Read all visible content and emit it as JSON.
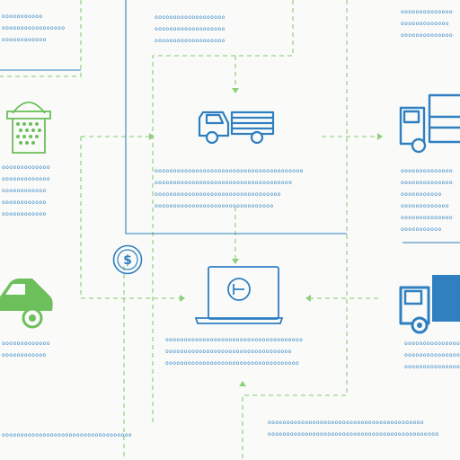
{
  "colors": {
    "blue": "#2f7fc1",
    "green": "#6cbf5a",
    "dashed_connector": "#8fcf7c",
    "background": "#fafbf9"
  },
  "icons": {
    "produce_basket": "basket-icon",
    "flatbed_truck": "flatbed-truck-icon",
    "box_truck_top": "box-truck-icon",
    "payment_coin": "dollar-coin-icon",
    "laptop_dashboard": "laptop-icon",
    "car": "car-icon",
    "box_truck_bottom": "box-truck-icon"
  },
  "blocks": {
    "top_left": [
      "ooooooooooo",
      "ooooooooooooooooo",
      "oooooooooooo"
    ],
    "top_center": [
      "ooooooooooooooooooo",
      "ooooooooooooooooooo",
      "ooooooooooooooooooo"
    ],
    "top_right": [
      "oooooooooooooo",
      "ooooooooooooo",
      "oooooooooooooo"
    ],
    "left_mid": [
      "ooooooooooooo",
      "ooooooooooooo",
      "oooooooooooo",
      "oooooooooooo",
      "oooooooooooo"
    ],
    "center_mid": [
      "oooooooooooooooooooooooooooooooooooooooo",
      "ooooooooooooooooooooooooooooooooooooo",
      "oooooooooooooooooooooooooooooooooo",
      "oooooooooooooooooooooooooooooooo"
    ],
    "right_mid": [
      "oooooooooooooo",
      "oooooooooooooo",
      "ooooooooooo",
      "ooooooooooooo",
      "oooooooooooooo",
      "ooooooooooo"
    ],
    "left_low": [
      "ooooooooooooo",
      "oooooooooooo"
    ],
    "center_low": [
      "ooooooooooooooooooooooooooooooooooooo",
      "oooooooooooooooooooooooooooooooooo",
      "oooooooooooooooooooooooooooooooooooo"
    ],
    "right_low": [
      "ooooooooooooooooo",
      "ooooooooooooooo",
      "ooooooooooooooooo"
    ],
    "bottom_right": [
      "oooooooooooooooooooooooooooooooooooooooooo",
      "oooooooooooooooooooooooooooooooooooooooooooooo"
    ],
    "bottom_left": [
      "ooooooooooooooooooooooooooooooooooo"
    ]
  }
}
